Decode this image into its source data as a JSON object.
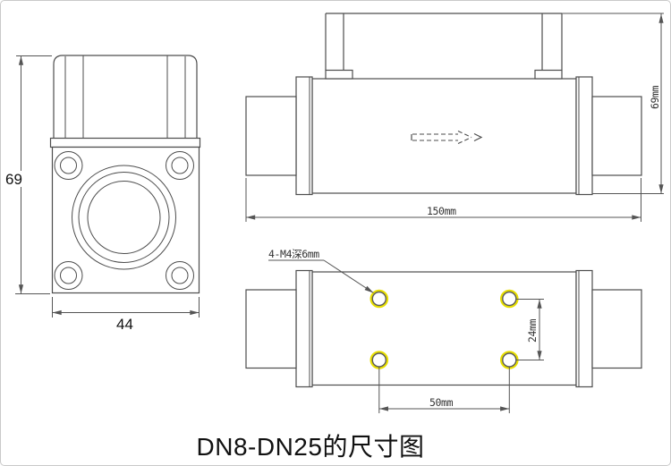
{
  "title": "DN8-DN25的尺寸图",
  "colors": {
    "line": "#4d4d4d",
    "dim_line": "#555555",
    "label_text": "#111111",
    "dim_text": "#333333",
    "hole_highlight": "#e8df00",
    "background": "#ffffff",
    "frame_border": "#c9c9c9"
  },
  "front_view": {
    "height_label": "69",
    "width_label": "44"
  },
  "side_view": {
    "length_label": "150mm",
    "height_label": "69mm"
  },
  "bottom_view": {
    "thread_label": "4-M4深6mm",
    "vertical_spacing_label": "24mm",
    "horizontal_spacing_label": "50mm"
  }
}
